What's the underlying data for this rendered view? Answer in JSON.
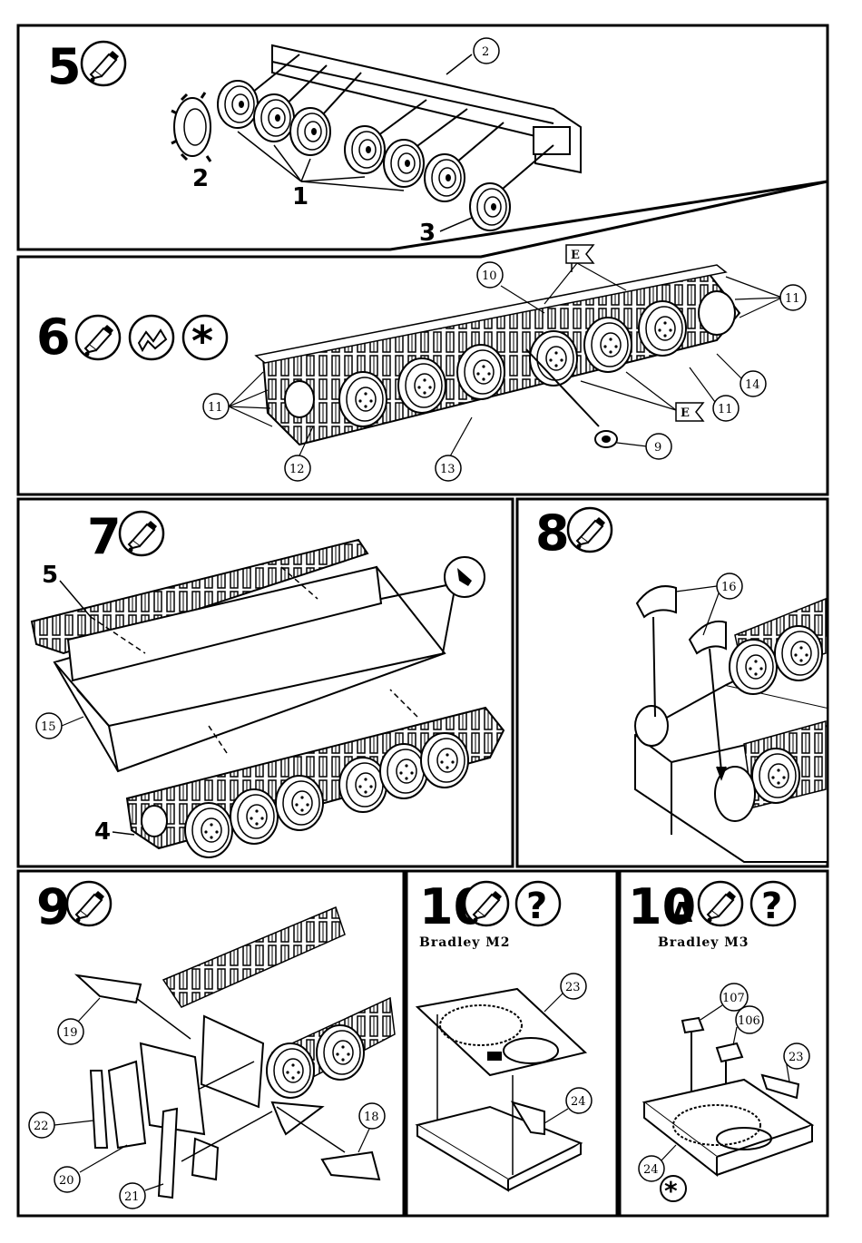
{
  "steps": {
    "s5": {
      "number": "5",
      "parts": {
        "a": "2",
        "b": "2",
        "c": "1",
        "d": "3"
      }
    },
    "s6": {
      "number": "6",
      "parts": {
        "p10": "10",
        "p11a": "11",
        "p11b": "11",
        "p11c": "11",
        "p12": "12",
        "p13": "13",
        "p14": "14",
        "p9": "9"
      },
      "flag": "E"
    },
    "s7": {
      "number": "7",
      "parts": {
        "p5": "5",
        "p4": "4",
        "p15": "15"
      }
    },
    "s8": {
      "number": "8",
      "parts": {
        "p16": "16"
      }
    },
    "s9": {
      "number": "9",
      "parts": {
        "p19": "19",
        "p22": "22",
        "p20": "20",
        "p21": "21",
        "p18": "18"
      }
    },
    "s10": {
      "number": "10",
      "caption": "Bradley M2",
      "parts": {
        "p23": "23",
        "p24": "24"
      }
    },
    "s10a": {
      "number": "10",
      "suffix": "A",
      "caption": "Bradley M3",
      "parts": {
        "p107": "107",
        "p106": "106",
        "p23": "23",
        "p24": "24"
      }
    }
  },
  "icons": {
    "glue": "glue-tube-icon",
    "flex": "flex-part-icon",
    "paint": "asterisk-icon",
    "option": "question-mark-icon",
    "question_glyph": "?",
    "asterisk_glyph": "*"
  },
  "colors": {
    "ink": "#000000",
    "paper": "#ffffff"
  }
}
